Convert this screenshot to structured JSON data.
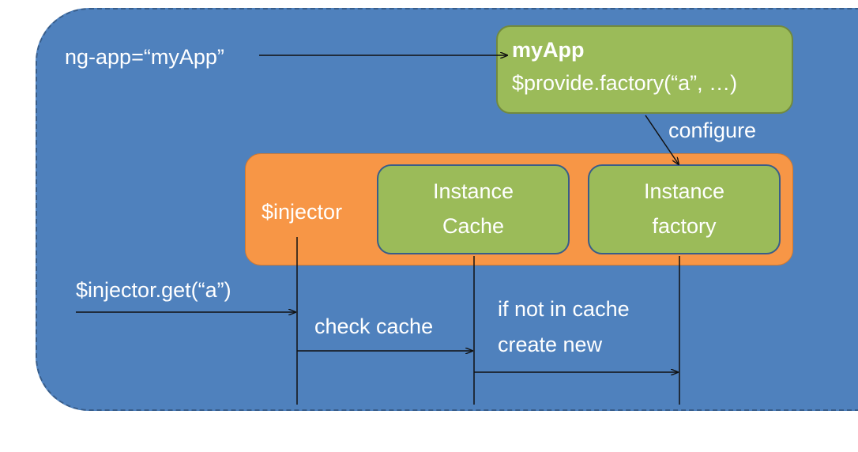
{
  "ng_app_label": "ng-app=“myApp”",
  "my_app": {
    "title": "myApp",
    "code": "$provide.factory(“a”, …)"
  },
  "configure_label": "configure",
  "injector": {
    "label": "$injector",
    "instance_cache": {
      "line1": "Instance",
      "line2": "Cache"
    },
    "instance_factory": {
      "line1": "Instance",
      "line2": "factory"
    }
  },
  "call_label": "$injector.get(“a”)",
  "check_cache_label": "check cache",
  "if_not_cached": {
    "line1": "if not in cache",
    "line2": "create new"
  },
  "colors": {
    "outer_panel": "#4f81bd",
    "green_box": "#9bbb59",
    "orange_box": "#f79646",
    "line": "#111111"
  }
}
